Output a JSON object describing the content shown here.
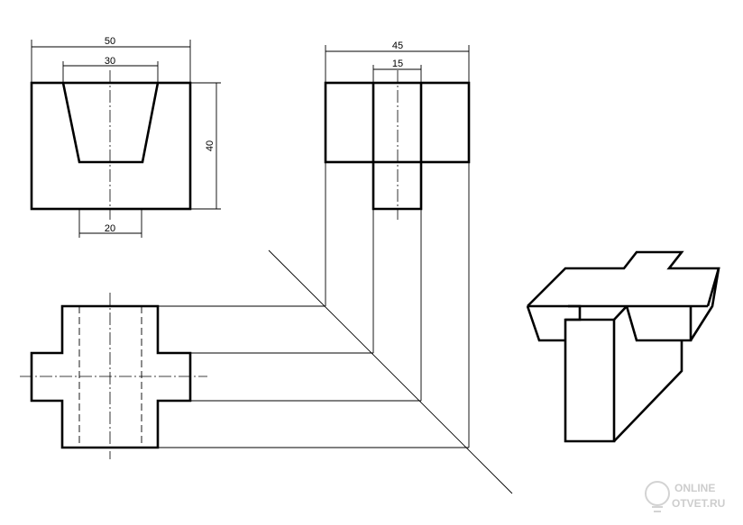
{
  "dimensions": {
    "front_width": "50",
    "front_top_groove": "30",
    "front_bottom_groove": "20",
    "front_height": "40",
    "side_width": "45",
    "side_slot": "15"
  },
  "watermark": {
    "line1": "ONLINE",
    "line2": "OTVET.RU"
  }
}
